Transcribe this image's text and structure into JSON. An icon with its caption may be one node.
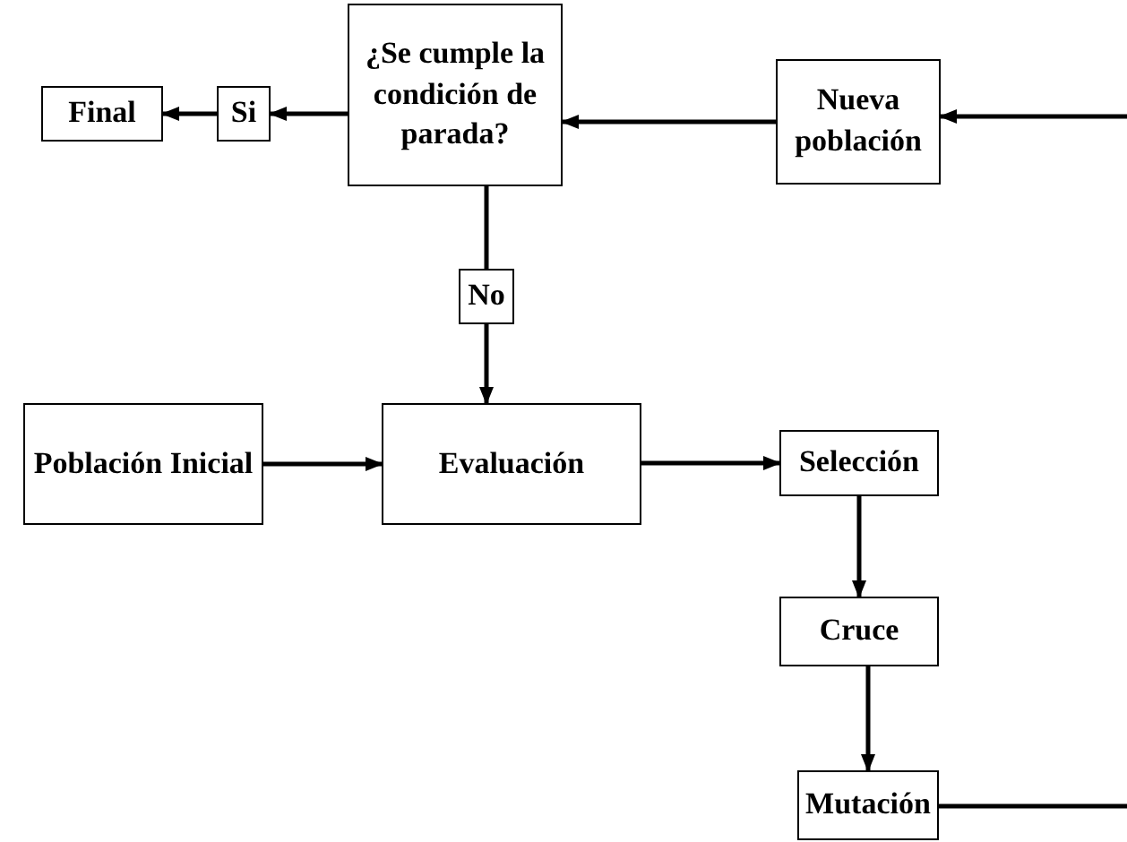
{
  "diagram": {
    "nodes": [
      {
        "text": [
          "¿Se cumple la condición de parada?"
        ]
      },
      {
        "text": [
          "Nueva población"
        ]
      },
      {
        "text": [
          "Final"
        ]
      },
      {
        "text": [
          "Si"
        ]
      },
      {
        "text": [
          "No"
        ]
      },
      {
        "text": [
          "Población Inicial"
        ]
      },
      {
        "text": [
          "Evaluación"
        ]
      },
      {
        "text": [
          "Selección"
        ]
      },
      {
        "text": [
          "Cruce"
        ]
      },
      {
        "text": [
          "Mutación"
        ]
      }
    ],
    "edges": [
      {
        "from": 9,
        "to": null,
        "arrow": "none"
      },
      {
        "from": null,
        "to": 1,
        "arrow": "to"
      },
      {
        "from": 1,
        "to": 0,
        "arrow": "to"
      },
      {
        "from": 0,
        "to": 3,
        "arrow": "to"
      },
      {
        "from": 3,
        "to": 2,
        "arrow": "to"
      },
      {
        "from": 0,
        "to": 4,
        "arrow": "none"
      },
      {
        "from": 4,
        "to": 6,
        "arrow": "to"
      },
      {
        "from": 5,
        "to": 6,
        "arrow": "to"
      },
      {
        "from": 6,
        "to": 7,
        "arrow": "to"
      },
      {
        "from": 7,
        "to": 8,
        "arrow": "to"
      },
      {
        "from": 8,
        "to": 9,
        "arrow": "to"
      }
    ]
  }
}
